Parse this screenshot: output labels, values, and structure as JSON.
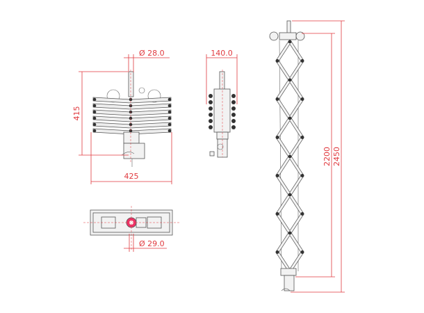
{
  "dimensions": {
    "front_pin_diameter": "Ø 28.0",
    "front_height": "415",
    "front_width": "425",
    "side_depth": "140.0",
    "top_pin_diameter": "Ø 29.0",
    "extended_length_inner": "2200",
    "extended_length_total": "2450"
  },
  "colors": {
    "dimension": "#e0393e",
    "linework": "#555555"
  }
}
